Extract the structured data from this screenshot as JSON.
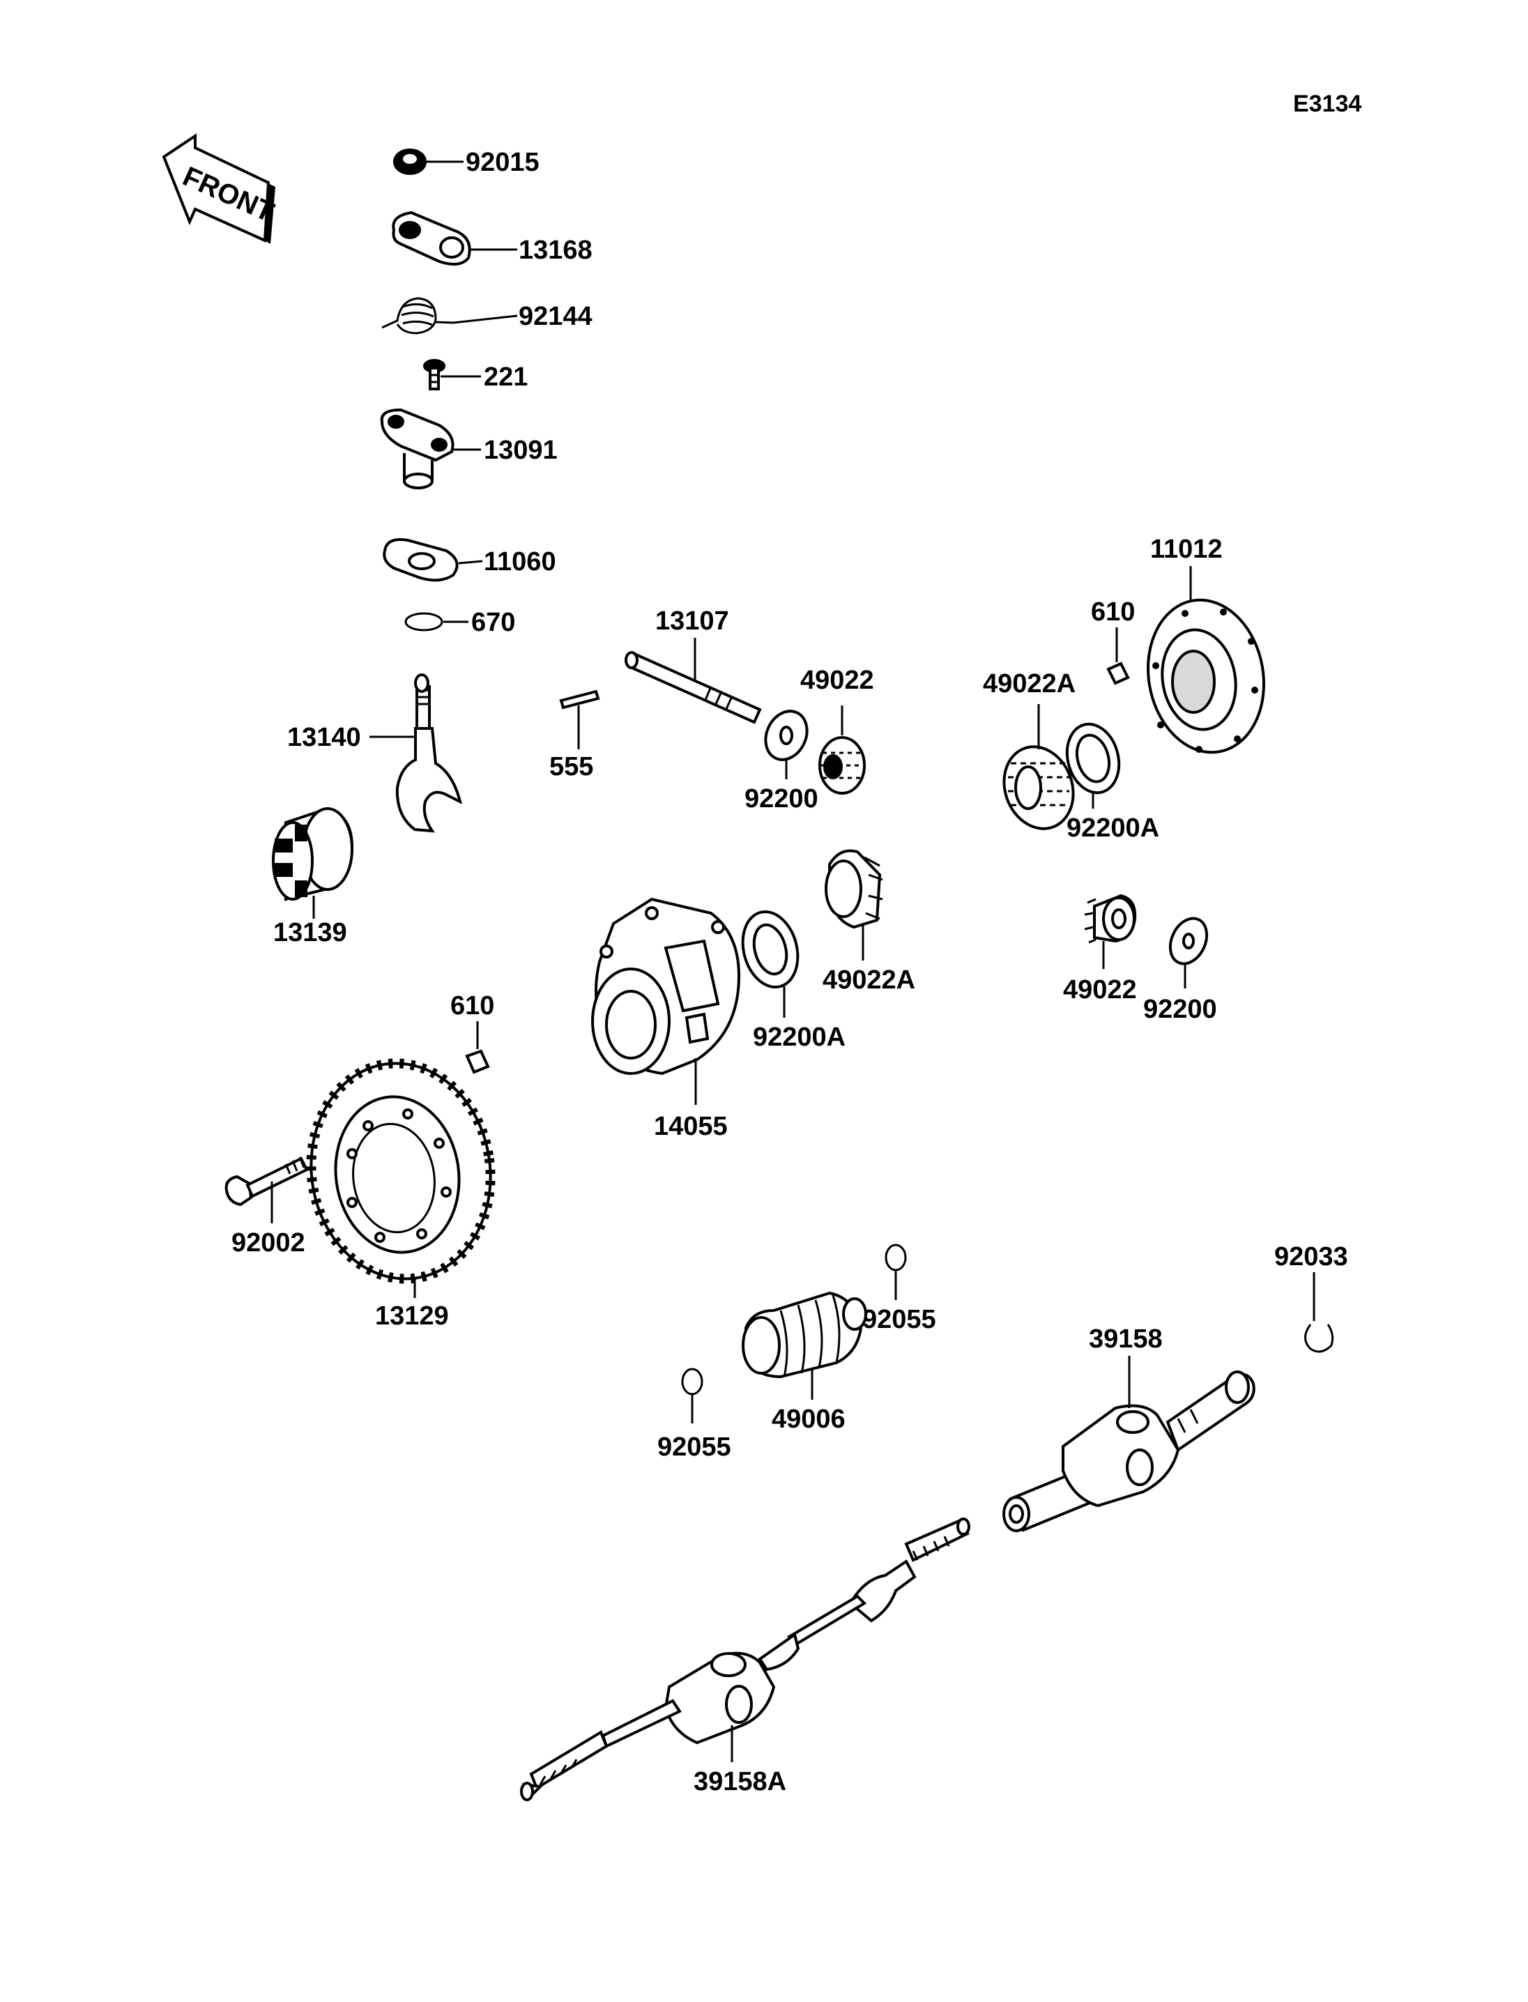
{
  "diagram": {
    "ref_code": "E3134",
    "front_arrow_label": "FRONT",
    "parts": [
      {
        "id": "92015"
      },
      {
        "id": "13168"
      },
      {
        "id": "92144"
      },
      {
        "id": "221"
      },
      {
        "id": "13091"
      },
      {
        "id": "11060"
      },
      {
        "id": "670"
      },
      {
        "id": "13140"
      },
      {
        "id": "13139"
      },
      {
        "id": "555"
      },
      {
        "id": "13107"
      },
      {
        "id": "49022"
      },
      {
        "id": "92200"
      },
      {
        "id": "49022A"
      },
      {
        "id": "92200A"
      },
      {
        "id": "610"
      },
      {
        "id": "11012"
      },
      {
        "id": "49022A"
      },
      {
        "id": "92200A"
      },
      {
        "id": "14055"
      },
      {
        "id": "49022"
      },
      {
        "id": "92200"
      },
      {
        "id": "610"
      },
      {
        "id": "92002"
      },
      {
        "id": "13129"
      },
      {
        "id": "92055"
      },
      {
        "id": "49006"
      },
      {
        "id": "92055"
      },
      {
        "id": "92033"
      },
      {
        "id": "39158"
      },
      {
        "id": "39158A"
      }
    ]
  }
}
